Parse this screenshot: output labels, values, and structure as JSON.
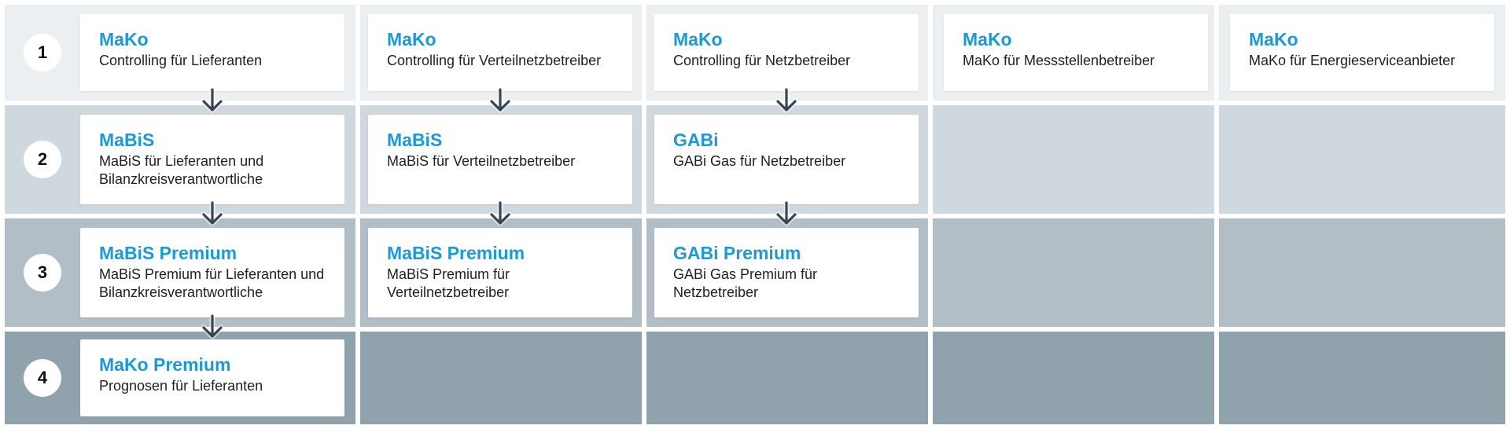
{
  "colors": {
    "row1": "#eceff2",
    "row2": "#d0d8df",
    "row3": "#b2bec6",
    "row4": "#90a3ad",
    "title": "#1a9ad6",
    "text": "#1f1f1f",
    "arrow": "#37474f"
  },
  "steps": [
    "1",
    "2",
    "3",
    "4"
  ],
  "columns": [
    [
      {
        "title": "MaKo",
        "desc": "Controlling für Lieferanten"
      },
      {
        "title": "MaBiS",
        "desc": "MaBiS für Lieferanten und Bilanzkreisverantwortliche"
      },
      {
        "title": "MaBiS Premium",
        "desc": "MaBiS Premium für Lieferanten und Bilanzkreisverantwortliche"
      },
      {
        "title": "MaKo Premium",
        "desc": "Prognosen für Lieferanten"
      }
    ],
    [
      {
        "title": "MaKo",
        "desc": "Controlling für Verteilnetzbetreiber"
      },
      {
        "title": "MaBiS",
        "desc": "MaBiS für Verteilnetzbetreiber"
      },
      {
        "title": "MaBiS Premium",
        "desc": "MaBiS Premium für Verteilnetzbetreiber"
      },
      null
    ],
    [
      {
        "title": "MaKo",
        "desc": "Controlling für Netzbetreiber"
      },
      {
        "title": "GABi",
        "desc": "GABi Gas für Netzbetreiber"
      },
      {
        "title": "GABi Premium",
        "desc": "GABi Gas Premium für Netzbetreiber"
      },
      null
    ],
    [
      {
        "title": "MaKo",
        "desc": "MaKo für Messstellenbetreiber"
      },
      null,
      null,
      null
    ],
    [
      {
        "title": "MaKo",
        "desc": "MaKo für Energieserviceanbieter"
      },
      null,
      null,
      null
    ]
  ],
  "arrows": [
    {
      "column": 0,
      "from_row": 0
    },
    {
      "column": 0,
      "from_row": 1
    },
    {
      "column": 0,
      "from_row": 2
    },
    {
      "column": 1,
      "from_row": 0
    },
    {
      "column": 1,
      "from_row": 1
    },
    {
      "column": 2,
      "from_row": 0
    },
    {
      "column": 2,
      "from_row": 1
    }
  ]
}
